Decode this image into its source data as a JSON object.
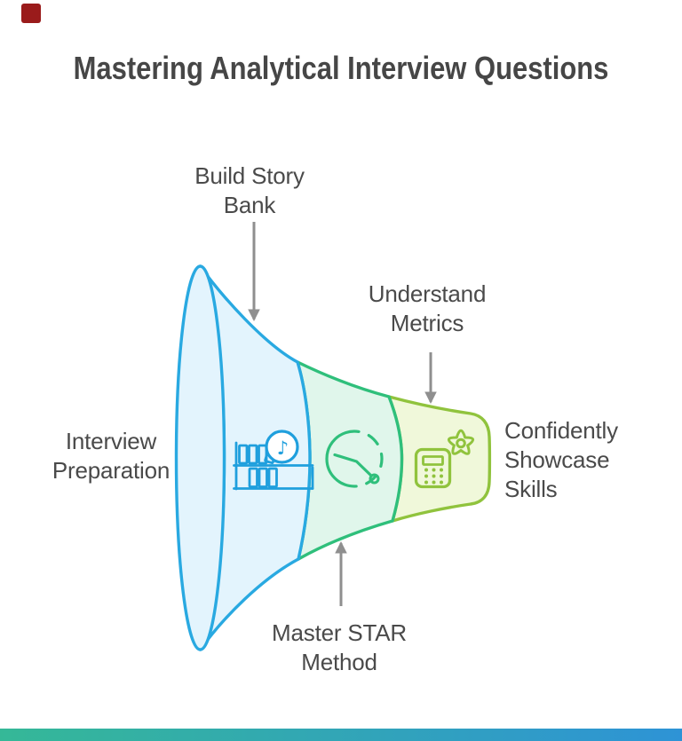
{
  "title": {
    "text": "Mastering Analytical Interview Questions"
  },
  "annotations": {
    "build_story_bank": {
      "lines": [
        "Build Story",
        "Bank"
      ]
    },
    "understand_metrics": {
      "lines": [
        "Understand",
        "Metrics"
      ]
    },
    "interview_preparation": {
      "lines": [
        "Interview",
        "Preparation"
      ]
    },
    "master_star_method": {
      "lines": [
        "Master STAR",
        "Method"
      ]
    },
    "confidently_showcase": {
      "lines": [
        "Confidently",
        "Showcase",
        "Skills"
      ]
    }
  },
  "funnel": {
    "stages": [
      {
        "name": "story-bank-stage",
        "icon": "library-music-icon"
      },
      {
        "name": "star-method-stage",
        "icon": "clock-icon"
      },
      {
        "name": "metrics-stage",
        "icon": "calculator-gear-icon"
      }
    ]
  },
  "colors": {
    "title_text": "#464646",
    "label_text": "#4a4a4a",
    "arrow": "#8f8f8f",
    "blue_stroke": "#29a9e1",
    "blue_fill": "#e3f4fd",
    "green_stroke": "#2fbf7b",
    "green_fill": "#e0f6eb",
    "lime_stroke": "#90c33d",
    "lime_fill": "#f0f8da",
    "icon_blue": "#1f9fdd",
    "icon_green": "#2fbf7b",
    "icon_lime": "#90c33d",
    "brand_red": "#9a1b1b",
    "footer_start": "#35b897",
    "footer_end": "#2e93d6"
  }
}
